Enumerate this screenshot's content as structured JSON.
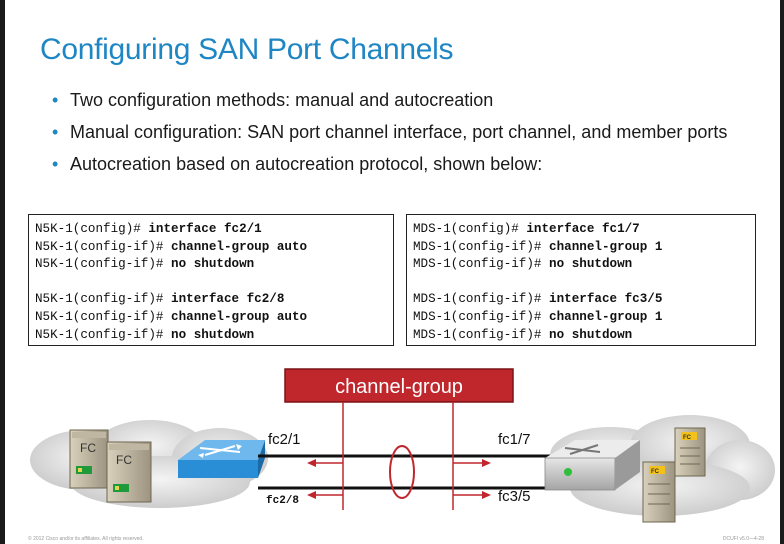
{
  "slide": {
    "title": "Configuring SAN Port Channels",
    "bullets": [
      "Two configuration methods: manual and autocreation",
      "Manual configuration: SAN port channel interface, port channel, and member ports",
      "Autocreation based on autocreation protocol, shown below:"
    ]
  },
  "code_left": [
    {
      "prompt": "N5K-1(config)# ",
      "cmd": "interface fc2/1"
    },
    {
      "prompt": "N5K-1(config-if)# ",
      "cmd": "channel-group auto"
    },
    {
      "prompt": "N5K-1(config-if)# ",
      "cmd": "no shutdown"
    },
    {
      "prompt": "N5K-1(config-if)# ",
      "cmd": "interface fc2/8"
    },
    {
      "prompt": "N5K-1(config-if)# ",
      "cmd": "channel-group auto"
    },
    {
      "prompt": "N5K-1(config-if)# ",
      "cmd": "no shutdown"
    }
  ],
  "code_right": [
    {
      "prompt": "MDS-1(config)# ",
      "cmd": "interface fc1/7"
    },
    {
      "prompt": "MDS-1(config-if)# ",
      "cmd": "channel-group 1"
    },
    {
      "prompt": "MDS-1(config-if)# ",
      "cmd": "no shutdown"
    },
    {
      "prompt": "MDS-1(config-if)# ",
      "cmd": "interface fc3/5"
    },
    {
      "prompt": "MDS-1(config-if)# ",
      "cmd": "channel-group 1"
    },
    {
      "prompt": "MDS-1(config-if)# ",
      "cmd": "no shutdown"
    }
  ],
  "diagram": {
    "channel_group_label": "channel-group",
    "port_fc2_1": "fc2/1",
    "port_fc2_8": "fc2/8",
    "port_fc1_7": "fc1/7",
    "port_fc3_5": "fc3/5",
    "fc_badge": "FC",
    "colors": {
      "accent": "#c0272d",
      "title": "#1f86c4",
      "switch_blue": "#2a8ed6"
    }
  },
  "footer": {
    "left": "© 2012 Cisco and/or its affiliates. All rights reserved.",
    "right": "DCUFI v5.0—4-28"
  }
}
